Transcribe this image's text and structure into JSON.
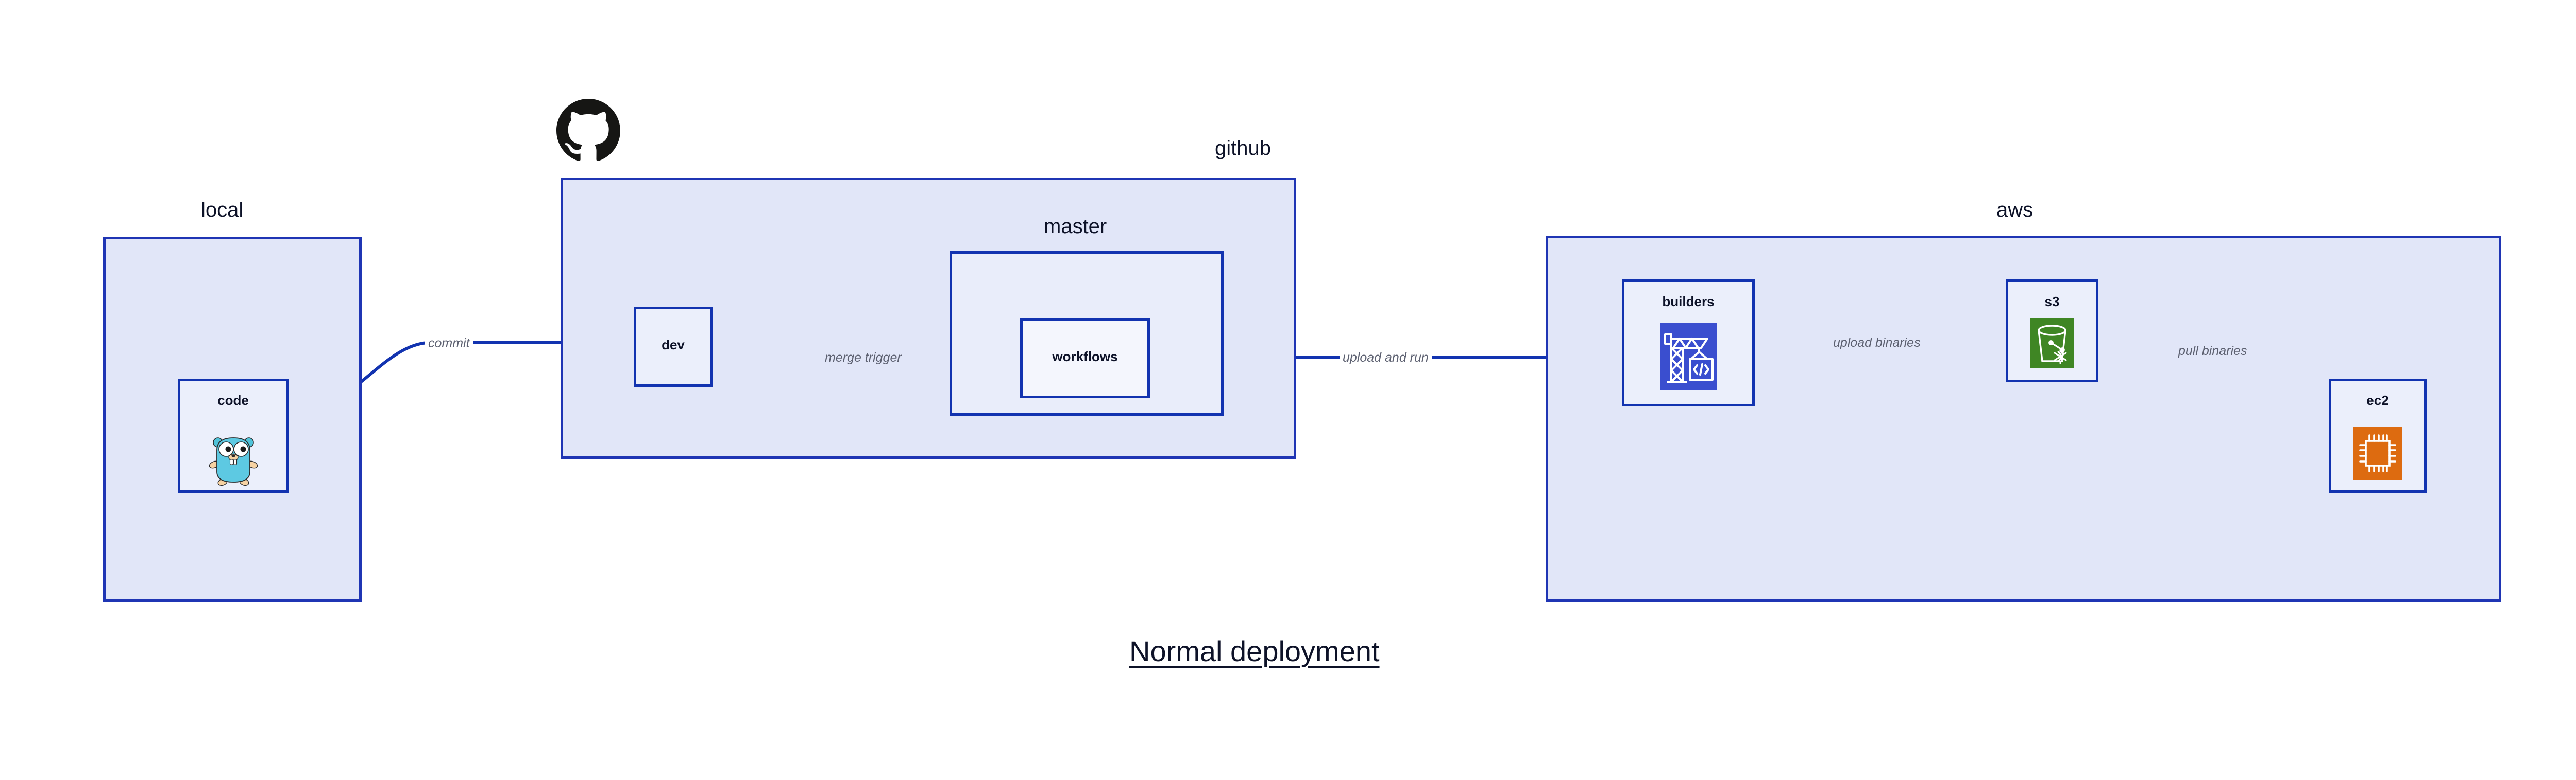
{
  "title": "Normal deployment",
  "groups": [
    {
      "id": "local",
      "label": "local"
    },
    {
      "id": "github",
      "label": "github"
    },
    {
      "id": "aws",
      "label": "aws"
    }
  ],
  "subgroups": [
    {
      "id": "master",
      "label": "master",
      "parent": "github"
    }
  ],
  "nodes": [
    {
      "id": "code",
      "label": "code",
      "group": "local",
      "icon": "go-gopher-icon"
    },
    {
      "id": "dev",
      "label": "dev",
      "group": "github",
      "icon": "none"
    },
    {
      "id": "workflows",
      "label": "workflows",
      "group": "master",
      "icon": "none"
    },
    {
      "id": "builders",
      "label": "builders",
      "group": "aws",
      "icon": "aws-builders-crane-icon"
    },
    {
      "id": "s3",
      "label": "s3",
      "group": "aws",
      "icon": "aws-s3-bucket-icon"
    },
    {
      "id": "ec2",
      "label": "ec2",
      "group": "aws",
      "icon": "aws-ec2-chip-icon"
    }
  ],
  "edges": [
    {
      "id": "commit",
      "label": "commit",
      "from": "code",
      "to": "dev"
    },
    {
      "id": "merge-trigger",
      "label": "merge trigger",
      "from": "dev",
      "to": "workflows"
    },
    {
      "id": "upload-and-run",
      "label": "upload and run",
      "from": "workflows",
      "to": "builders"
    },
    {
      "id": "upload-binaries",
      "label": "upload binaries",
      "from": "builders",
      "to": "s3"
    },
    {
      "id": "pull-binaries",
      "label": "pull binaries",
      "from": "s3",
      "to": "ec2"
    }
  ],
  "logos": [
    {
      "id": "github-octocat",
      "name": "github-octocat-icon",
      "group": "github"
    }
  ],
  "colors": {
    "edge_stroke": "#1233B0",
    "group_border": "#1F35B4",
    "group_fill": "#E1E6F8",
    "subgroup_fill": "#E9EDFA",
    "node_fill": "#EBEFFB",
    "label_text": "#0D1228",
    "edge_label_text": "#5C6070",
    "page_background": "#FFFFFF",
    "aws_builders_icon": "#3A4ECF",
    "aws_s3_icon": "#3F8624",
    "aws_ec2_icon": "#DD6B10",
    "go_gopher_body": "#5DC9E2",
    "github_octocat": "#161614"
  }
}
